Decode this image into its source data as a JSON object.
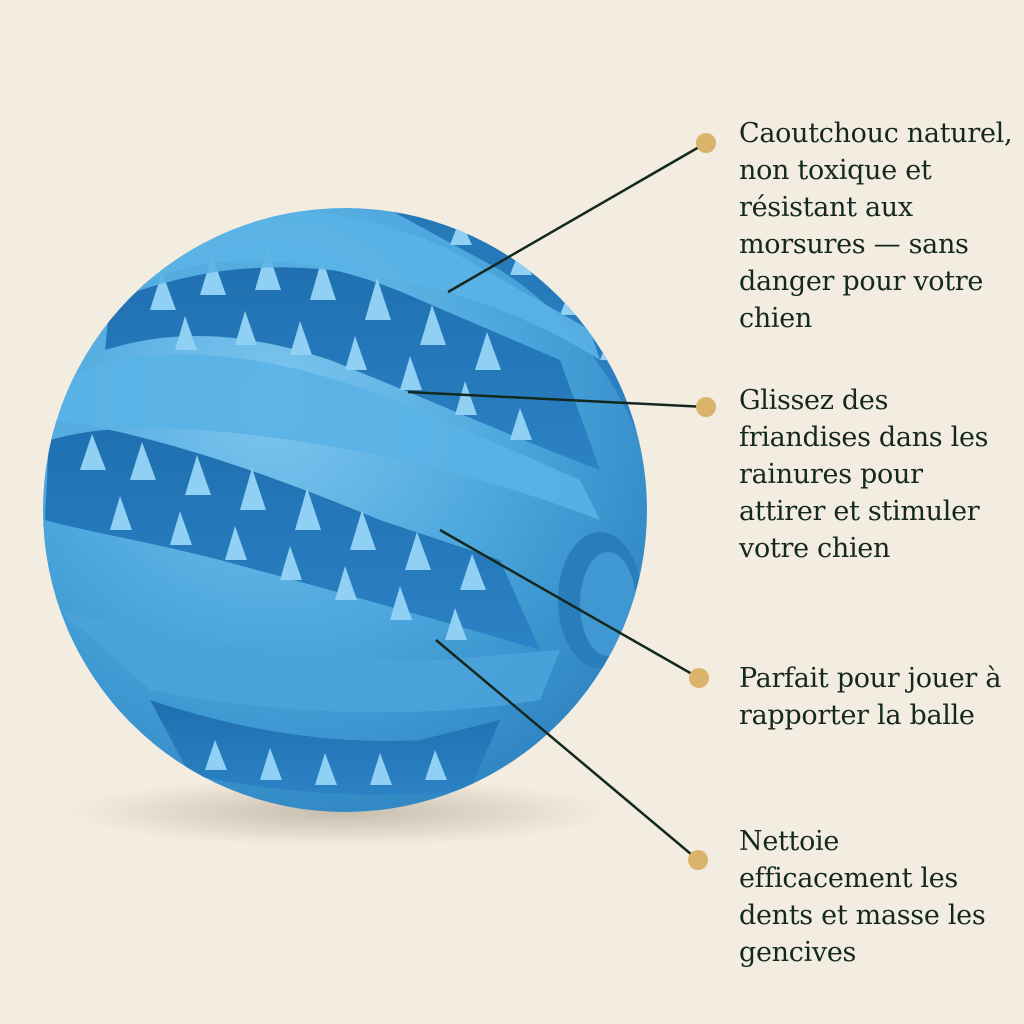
{
  "colors": {
    "background": "#f3ece0",
    "ball": "#4aa6dc",
    "callout_dot": "#d9b46a",
    "leader_line": "#14281f",
    "text": "#14281f"
  },
  "callouts": [
    {
      "text": "Caoutchouc naturel, non toxique et résistant aux morsures — sans danger pour votre chien"
    },
    {
      "text": "Glissez des friandises dans les rainures pour attirer et stimuler votre chien"
    },
    {
      "text": "Parfait pour jouer à rapporter la balle"
    },
    {
      "text": "Nettoie efficacement les dents et masse les gencives"
    }
  ]
}
